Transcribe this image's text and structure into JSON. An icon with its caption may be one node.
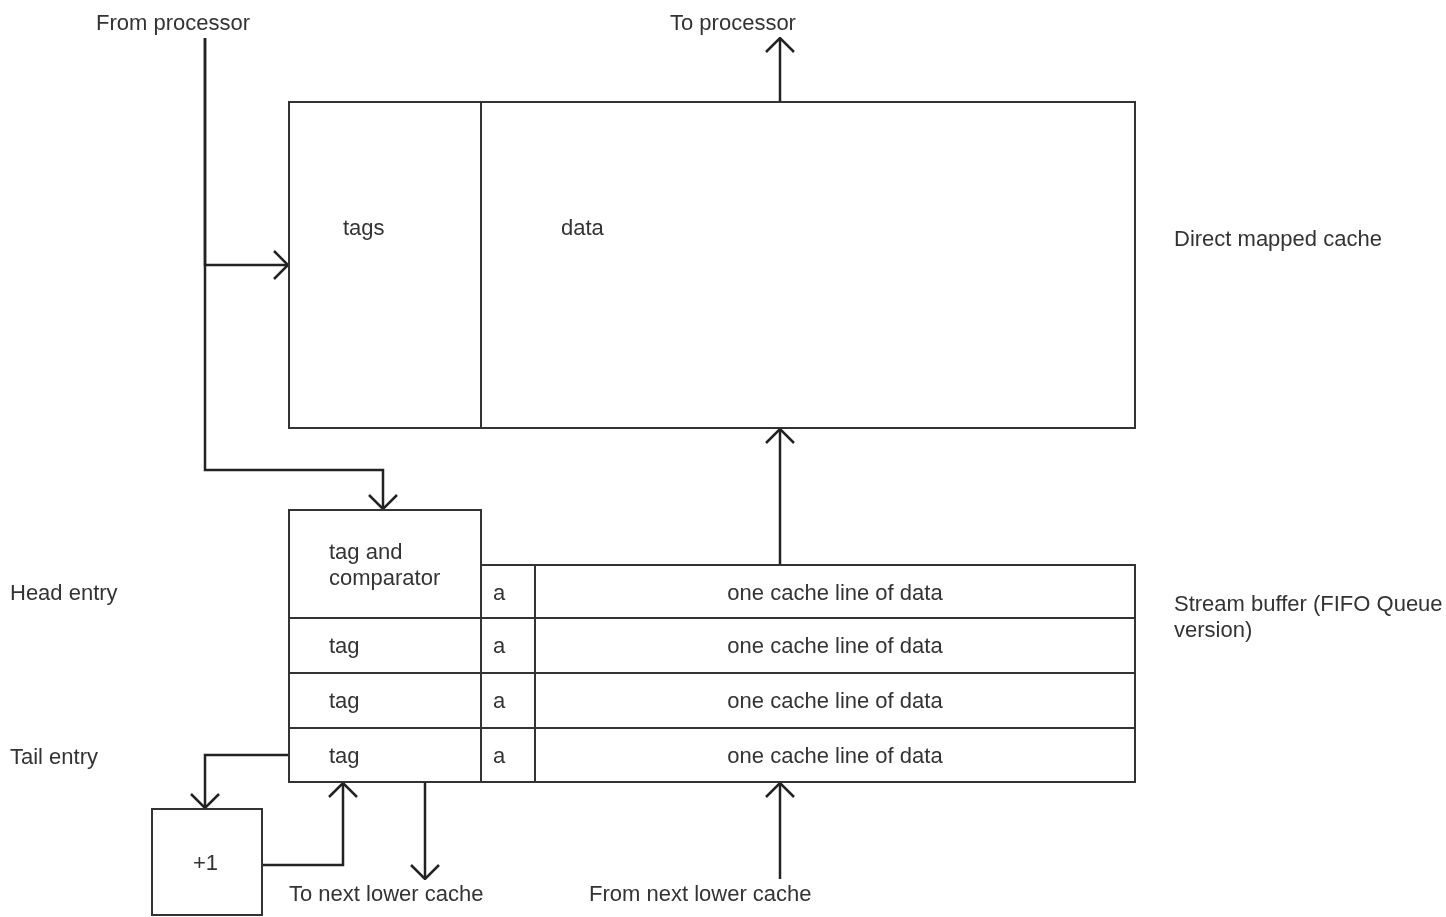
{
  "diagram": {
    "nodes": [
      {
        "text": [
          "From processor"
        ]
      },
      {
        "text": [
          "To processor"
        ]
      },
      {
        "text": [
          "Direct mapped cache"
        ]
      },
      {
        "text": [
          "tags"
        ],
        "in": 2
      },
      {
        "text": [
          "data"
        ],
        "in": 2
      },
      {
        "text": [
          "Stream buffer (FIFO Queue version)"
        ]
      },
      {
        "text": [
          "tag and comparator"
        ],
        "in": 5
      },
      {
        "text": [
          "a"
        ],
        "in": 5
      },
      {
        "text": [
          "one cache line of data"
        ],
        "in": 5
      },
      {
        "text": [
          "tag"
        ],
        "in": 5
      },
      {
        "text": [
          "a"
        ],
        "in": 5
      },
      {
        "text": [
          "one cache line of data"
        ],
        "in": 5
      },
      {
        "text": [
          "tag"
        ],
        "in": 5
      },
      {
        "text": [
          "a"
        ],
        "in": 5
      },
      {
        "text": [
          "one cache line of data"
        ],
        "in": 5
      },
      {
        "text": [
          "tag"
        ],
        "in": 5
      },
      {
        "text": [
          "a"
        ],
        "in": 5
      },
      {
        "text": [
          "one cache line of data"
        ],
        "in": 5
      },
      {
        "text": [
          "+1"
        ]
      },
      {
        "text": [
          "To next lower cache"
        ]
      },
      {
        "text": [
          "From next lower cache"
        ]
      }
    ],
    "edges": [
      {
        "from": 0,
        "to": 3,
        "arrow": "to"
      },
      {
        "from": 0,
        "to": 6,
        "arrow": "to"
      },
      {
        "from": 2,
        "to": 1,
        "arrow": "to"
      },
      {
        "from": 8,
        "to": 2,
        "arrow": "to"
      },
      {
        "from": 15,
        "to": 18,
        "arrow": "to"
      },
      {
        "from": 18,
        "to": 15,
        "arrow": "to"
      },
      {
        "from": 15,
        "to": 19,
        "arrow": "to"
      },
      {
        "from": 20,
        "to": 17,
        "arrow": "to"
      }
    ],
    "labels": [
      "Head entry",
      "Tail entry"
    ]
  }
}
